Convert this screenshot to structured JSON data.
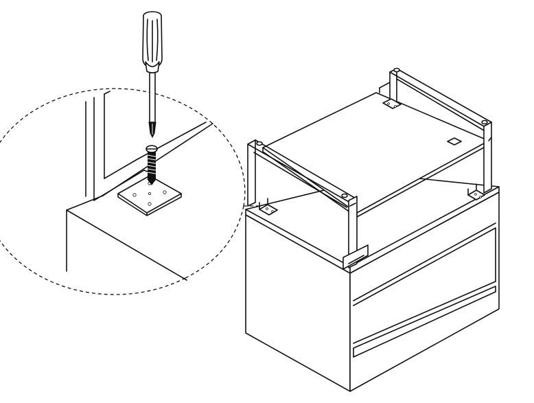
{
  "figure": {
    "kind": "assembly-instruction-illustration",
    "colors": {
      "line": "#111111",
      "background": "#ffffff",
      "fill": "#ffffff"
    },
    "icons": [
      "screwdriver-icon",
      "screw-icon",
      "mounting-plate-icon",
      "cabinet-drawing",
      "support-frame-drawing",
      "magnifier-callout"
    ]
  }
}
